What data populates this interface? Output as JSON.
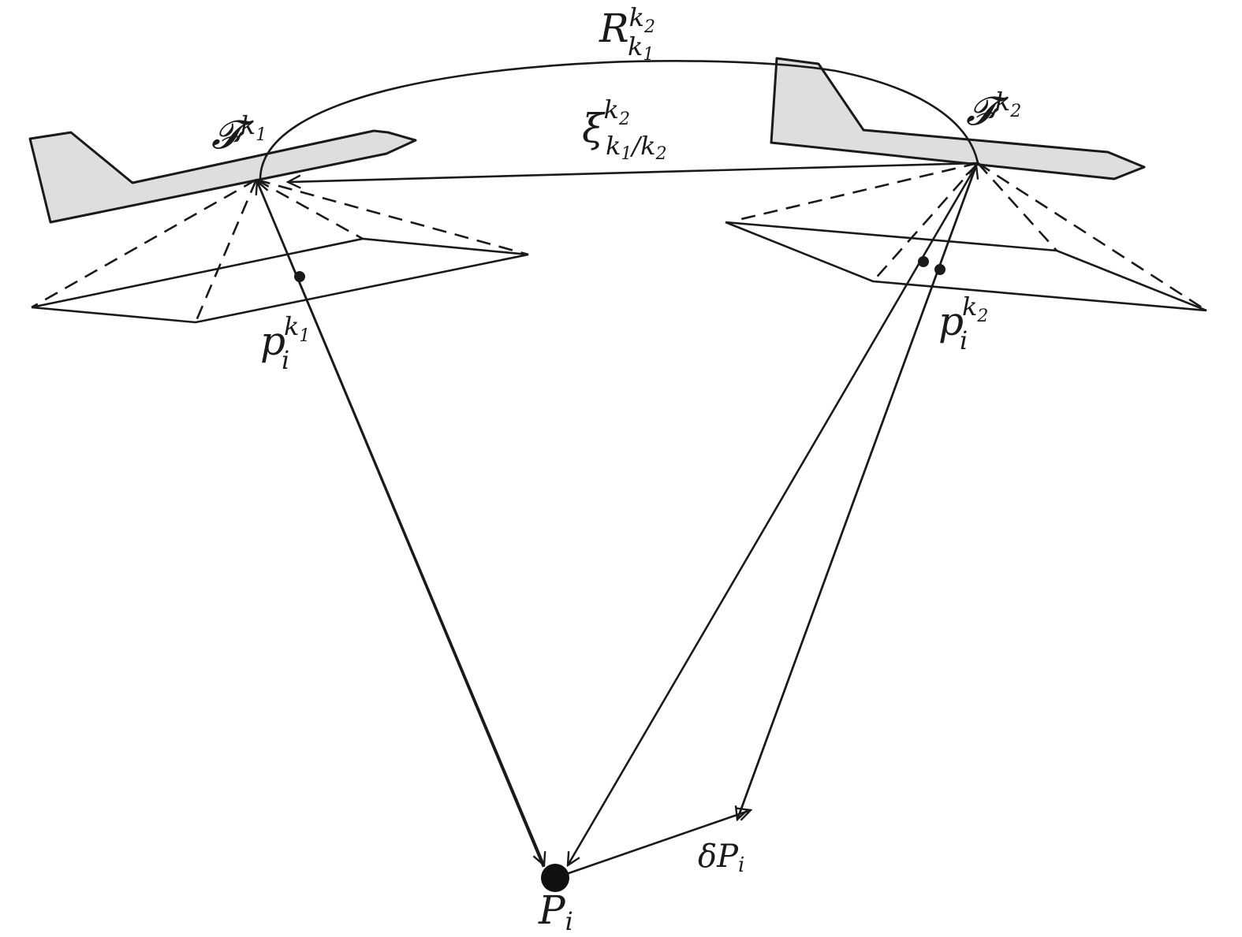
{
  "labels": {
    "frame1": {
      "base": "𝓕",
      "sup": "k",
      "supsub": "1"
    },
    "frame2": {
      "base": "𝓕",
      "sup": "k",
      "supsub": "2"
    },
    "rotation": {
      "base": "R",
      "sup": "k",
      "supsub": "2",
      "sub": "k",
      "subsub": "1"
    },
    "translation": {
      "base": "ξ",
      "sup": "k",
      "supsub": "2",
      "sub": "k",
      "subsub1": "1",
      "slash": "/",
      "sub2": "k",
      "subsub2": "2"
    },
    "projection1": {
      "base": "p",
      "sub": "i",
      "sup": "k",
      "supsub": "1"
    },
    "projection2": {
      "base": "p",
      "sub": "i",
      "sup": "k",
      "supsub": "2"
    },
    "point": {
      "base": "P",
      "sub": "i"
    },
    "displacement": {
      "base": "δP",
      "sub": "i"
    }
  },
  "colors": {
    "stroke": "#1a1a1a",
    "aircraft_fill": "#dedede",
    "background": "#ffffff"
  }
}
